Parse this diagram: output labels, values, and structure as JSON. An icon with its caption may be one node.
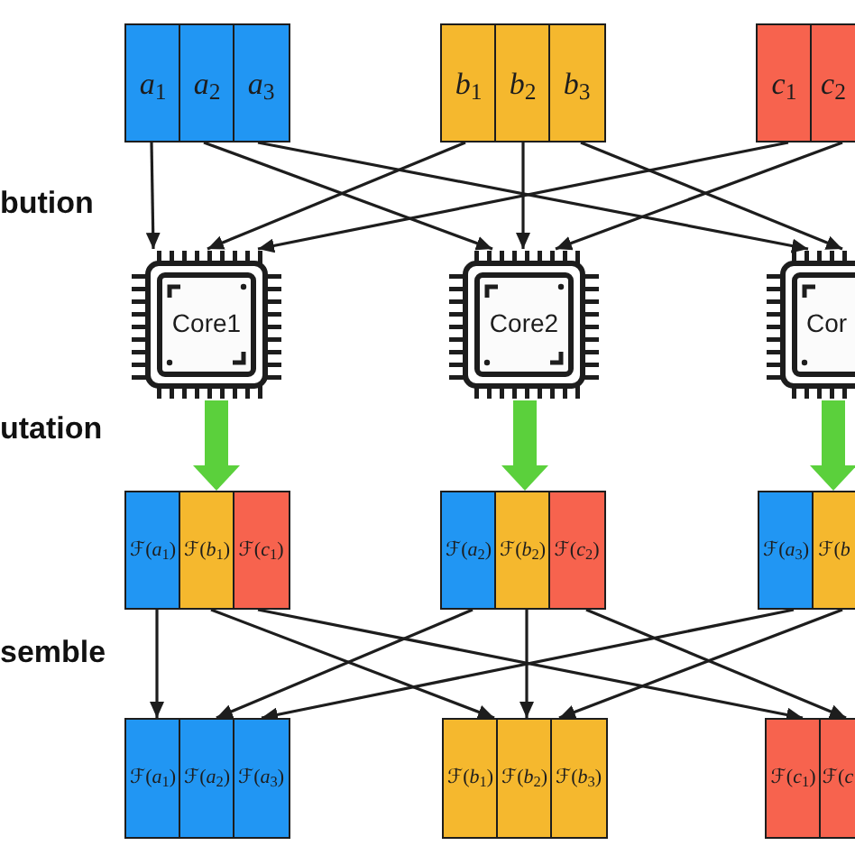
{
  "diagram": {
    "nodes": [
      {
        "text": [
          "*a*$_{1}$"
        ]
      },
      {
        "text": [
          "*a*$_{2}$"
        ]
      },
      {
        "text": [
          "*a*$_{3}$"
        ]
      },
      {
        "text": [
          "*b*$_{1}$"
        ]
      },
      {
        "text": [
          "*b*$_{2}$"
        ]
      },
      {
        "text": [
          "*b*$_{3}$"
        ]
      },
      {
        "text": [
          "*c*$_{1}$"
        ]
      },
      {
        "text": [
          "*c*$_{2}$"
        ]
      },
      {
        "text": [
          "Core1"
        ]
      },
      {
        "text": [
          "Core2"
        ]
      },
      {
        "text": [
          "Cor"
        ]
      },
      {
        "text": [
          "ℱ(*a*$_{1}$)"
        ]
      },
      {
        "text": [
          "ℱ(*b*$_{1}$)"
        ]
      },
      {
        "text": [
          "ℱ(*c*$_{1}$)"
        ]
      },
      {
        "text": [
          "ℱ(*a*$_{2}$)"
        ]
      },
      {
        "text": [
          "ℱ(*b*$_{2}$)"
        ]
      },
      {
        "text": [
          "ℱ(*c*$_{2}$)"
        ]
      },
      {
        "text": [
          "ℱ(*a*$_{3}$)"
        ]
      },
      {
        "text": [
          "ℱ(*b*"
        ]
      },
      {
        "text": [
          "ℱ(*a*$_{1}$)"
        ]
      },
      {
        "text": [
          "ℱ(*a*$_{2}$)"
        ]
      },
      {
        "text": [
          "ℱ(*a*$_{3}$)"
        ]
      },
      {
        "text": [
          "ℱ(*b*$_{1}$)"
        ]
      },
      {
        "text": [
          "ℱ(*b*$_{2}$)"
        ]
      },
      {
        "text": [
          "ℱ(*b*$_{3}$)"
        ]
      },
      {
        "text": [
          "ℱ(*c*$_{1}$)"
        ]
      },
      {
        "text": [
          "ℱ(*c*"
        ]
      }
    ],
    "edges": [
      {
        "from": 0,
        "to": 8,
        "arrow": "to"
      },
      {
        "from": 1,
        "to": 9,
        "arrow": "to"
      },
      {
        "from": 2,
        "to": 10,
        "arrow": "to"
      },
      {
        "from": 3,
        "to": 8,
        "arrow": "to"
      },
      {
        "from": 4,
        "to": 9,
        "arrow": "to"
      },
      {
        "from": 5,
        "to": 10,
        "arrow": "to"
      },
      {
        "from": 6,
        "to": 8,
        "arrow": "to"
      },
      {
        "from": 7,
        "to": 9,
        "arrow": "to"
      },
      {
        "from": 8,
        "to": 12,
        "arrow": "to",
        "style": "thick",
        "color": "#5bd03c"
      },
      {
        "from": 9,
        "to": 15,
        "arrow": "to",
        "style": "thick",
        "color": "#5bd03c"
      },
      {
        "from": 10,
        "to": 18,
        "arrow": "to",
        "style": "thick",
        "color": "#5bd03c"
      },
      {
        "from": 11,
        "to": 19,
        "arrow": "to"
      },
      {
        "from": 12,
        "to": 22,
        "arrow": "to"
      },
      {
        "from": 13,
        "to": 25,
        "arrow": "to"
      },
      {
        "from": 14,
        "to": 20,
        "arrow": "to"
      },
      {
        "from": 15,
        "to": 23,
        "arrow": "to"
      },
      {
        "from": 16,
        "to": 26,
        "arrow": "to"
      },
      {
        "from": 17,
        "to": 21,
        "arrow": "to"
      },
      {
        "from": 18,
        "to": 24,
        "arrow": "to"
      }
    ],
    "labels": [
      "bution",
      "utation",
      "semble"
    ]
  }
}
